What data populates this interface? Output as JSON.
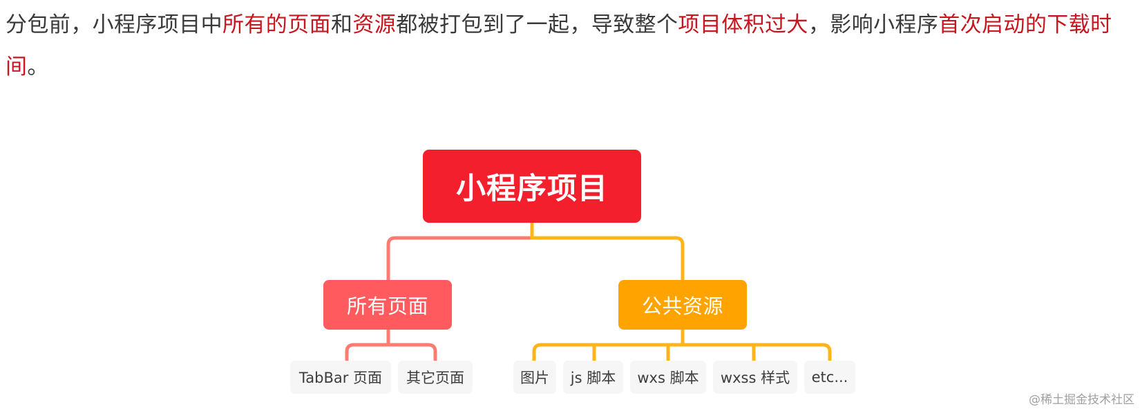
{
  "paragraph": {
    "segments": [
      {
        "text": "分包前，小程序项目中",
        "highlight": false
      },
      {
        "text": "所有的页面",
        "highlight": true
      },
      {
        "text": "和",
        "highlight": false
      },
      {
        "text": "资源",
        "highlight": true
      },
      {
        "text": "都被打包到了一起，导致整个",
        "highlight": false
      },
      {
        "text": "项目体积过大",
        "highlight": true
      },
      {
        "text": "，影响小程序",
        "highlight": false
      },
      {
        "text": "首次启动的下载时间",
        "highlight": true
      },
      {
        "text": "。",
        "highlight": false
      }
    ],
    "highlight_color": "#c7161e",
    "text_color": "#3a3a3a"
  },
  "diagram": {
    "root": {
      "label": "小程序项目",
      "color": "#f41f2c"
    },
    "branches": [
      {
        "label": "所有页面",
        "color": "#ff5b5e",
        "line_color": "#ff7a70",
        "leaves": [
          "TabBar 页面",
          "其它页面"
        ]
      },
      {
        "label": "公共资源",
        "color": "#ffa300",
        "line_color": "#ffb41a",
        "leaves": [
          "图片",
          "js 脚本",
          "wxs 脚本",
          "wxss 样式",
          "etc..."
        ]
      }
    ]
  },
  "watermark": "@稀土掘金技术社区"
}
